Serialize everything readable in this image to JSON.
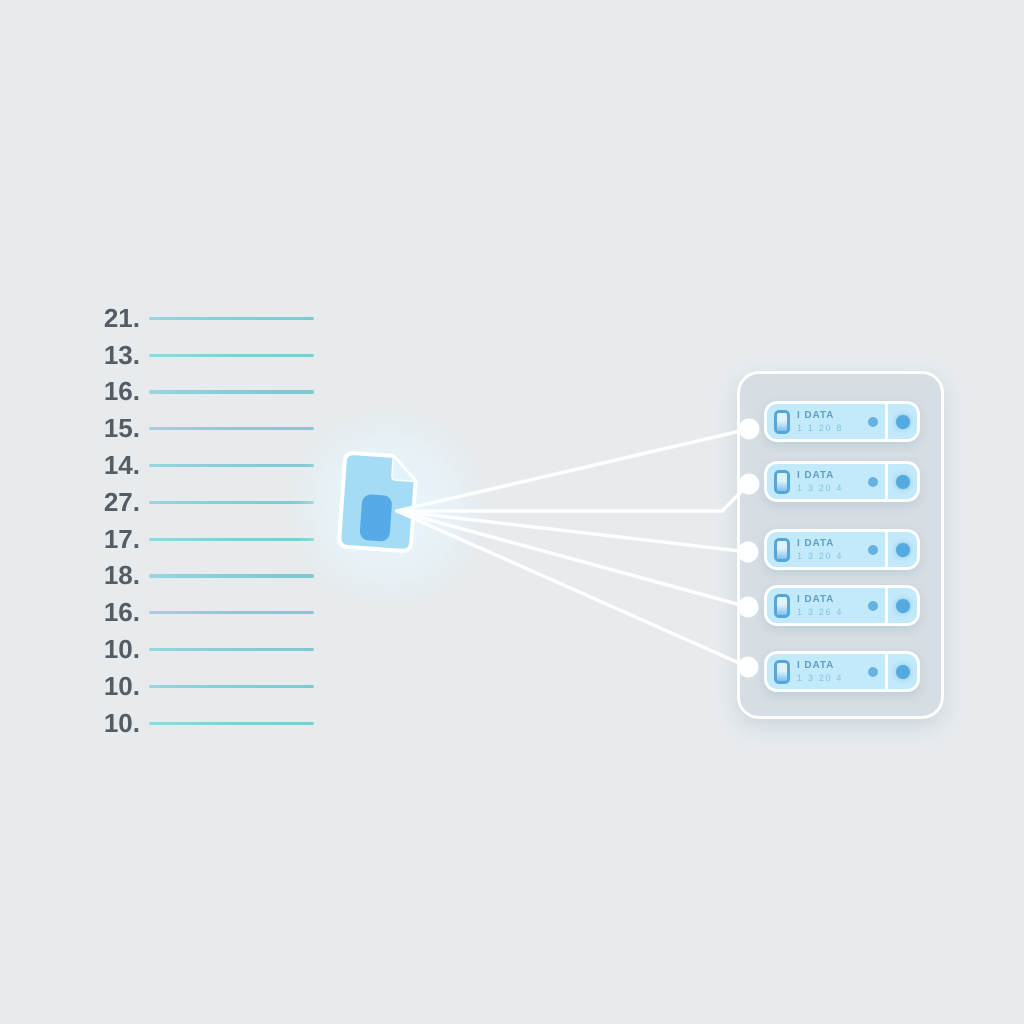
{
  "palette": {
    "background": "#e7ebee",
    "list-number": "#565c63",
    "list-line": "#84ccd4",
    "doc-fill": "#a3dcf4",
    "doc-fold": "#e2f4fb",
    "doc-inner": "#56aae7",
    "panel-fill": "#d6dde3",
    "card-fill": "#c3eafa",
    "card-title-text": "#639fc4",
    "card-subtitle-text": "#85c3de",
    "accent": "#54a9de",
    "device-icon-border": "#55a6dc",
    "connector": "#fdfeff"
  },
  "list": {
    "items": [
      "21.",
      "13.",
      "16.",
      "15.",
      "14.",
      "27.",
      "17.",
      "18.",
      "16.",
      "10.",
      "10.",
      "10."
    ]
  },
  "icons": {
    "document": "document-file-icon",
    "device": "device-icon",
    "status_dot": "status-dot-icon",
    "action_dot": "action-dot-icon",
    "connector_node": "connector-node-icon"
  },
  "panel": {
    "cards": [
      {
        "title": "I DATA",
        "subtitle": "1 1 20 8"
      },
      {
        "title": "I DATA",
        "subtitle": "1 3 20 4"
      },
      {
        "title": "I DATA",
        "subtitle": "1 3 20 4"
      },
      {
        "title": "I DATA",
        "subtitle": "1 3 26 4"
      },
      {
        "title": "I DATA",
        "subtitle": "1 3 20 4"
      }
    ]
  }
}
